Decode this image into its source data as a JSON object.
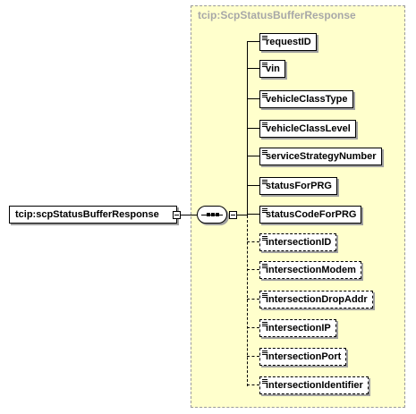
{
  "type_title": "tcip:ScpStatusBufferResponse",
  "root_element": "tcip:scpStatusBufferResponse",
  "elements": [
    {
      "label": "requestID",
      "optional": false
    },
    {
      "label": "vin",
      "optional": false
    },
    {
      "label": "vehicleClassType",
      "optional": false
    },
    {
      "label": "vehicleClassLevel",
      "optional": false
    },
    {
      "label": "serviceStrategyNumber",
      "optional": false
    },
    {
      "label": "statusForPRG",
      "optional": false
    },
    {
      "label": "statusCodeForPRG",
      "optional": false
    },
    {
      "label": "intersectionID",
      "optional": true
    },
    {
      "label": "intersectionModem",
      "optional": true
    },
    {
      "label": "intersectionDropAddr",
      "optional": true
    },
    {
      "label": "intersectionIP",
      "optional": true
    },
    {
      "label": "intersectionPort",
      "optional": true
    },
    {
      "label": "intersectionIdentifier",
      "optional": true
    }
  ]
}
